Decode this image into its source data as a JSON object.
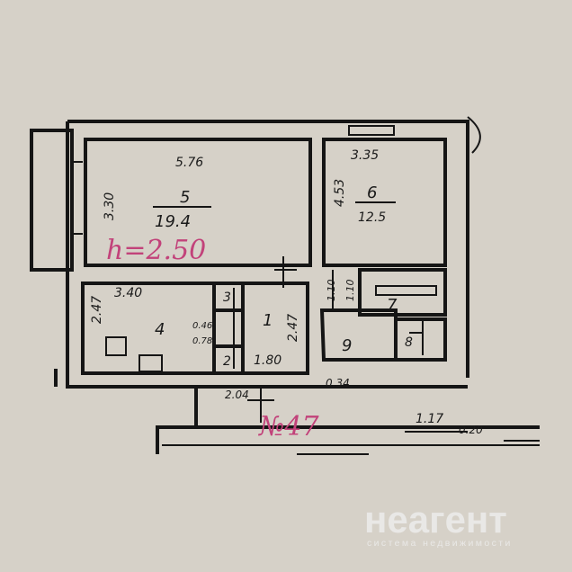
{
  "room5": {
    "number": "5",
    "area": "19.4",
    "width": "5.76",
    "depth": "3.30"
  },
  "room6": {
    "number": "6",
    "area": "12.5",
    "width": "3.35",
    "depth": "4.53"
  },
  "room4": {
    "number": "4",
    "width": "3.40",
    "depth": "2.47"
  },
  "room1": {
    "number": "1",
    "depth": "2.47",
    "width": "1.80"
  },
  "small_rooms": {
    "r2": "2",
    "r3": "3",
    "r7": "7",
    "r8": "8",
    "r9": "9"
  },
  "dims": {
    "d046": "0.46",
    "d078": "0.78",
    "d110a": "1.10",
    "d110b": "1.10",
    "d034": "0.34",
    "d204": "2.04",
    "d117": "1.17",
    "d020": "0.20"
  },
  "handwritten": {
    "height": "h=2.50",
    "apt_number": "№47"
  },
  "watermark": {
    "brand": "неагент",
    "tagline": "система недвижимости"
  }
}
